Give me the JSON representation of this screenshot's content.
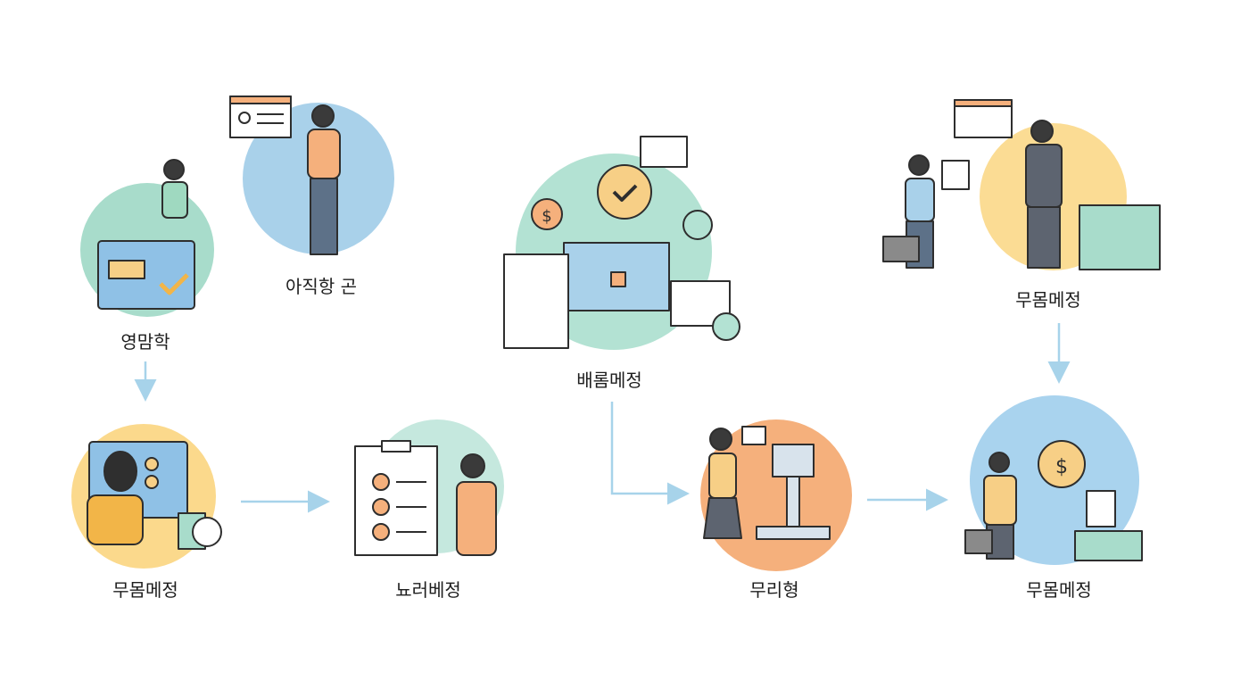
{
  "nodes": [
    {
      "label": "영맘학",
      "color": "#a8dccb"
    },
    {
      "label": "아직항 곤",
      "color": "#a9d1ea"
    },
    {
      "label": "배롬메정",
      "color": "#b3e2d3"
    },
    {
      "label": "무몸메정",
      "color": "#fbdc94"
    },
    {
      "label": "무몸메정",
      "color": "#fbd98c"
    },
    {
      "label": "뇨러베정",
      "color": "#c5e8de"
    },
    {
      "label": "무리형",
      "color": "#f5b07c"
    },
    {
      "label": "무몸메정",
      "color": "#a9d3ee"
    }
  ],
  "colors": {
    "arrow": "#a7d3ea",
    "outline": "#2e2e2e",
    "check": "#f2b548"
  }
}
